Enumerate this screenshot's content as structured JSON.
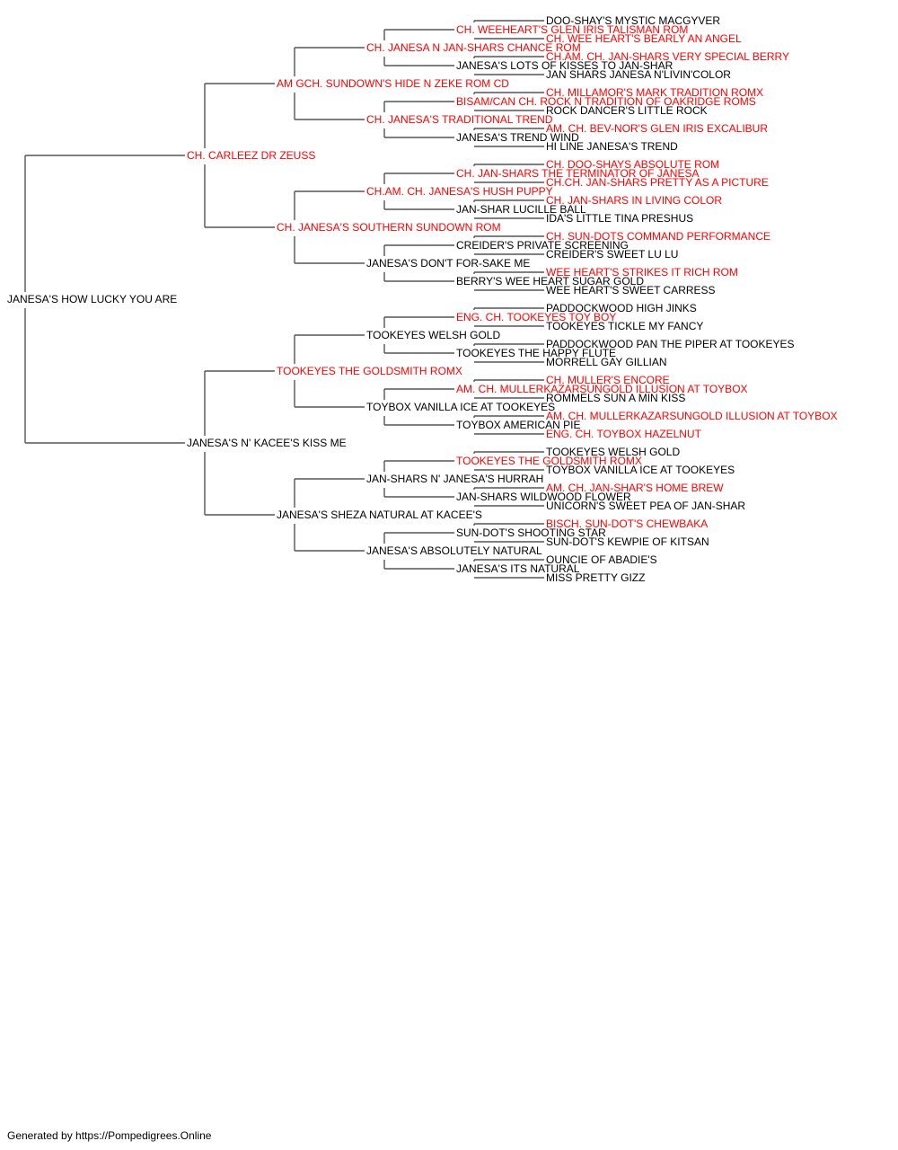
{
  "pedigree": {
    "subject": {
      "name": "JANESA'S HOW LUCKY YOU ARE",
      "champion": false
    },
    "gen1": [
      {
        "name": "CH. CARLEEZ DR ZEUSS",
        "champion": true
      },
      {
        "name": "JANESA'S N' KACEE'S KISS ME",
        "champion": false
      }
    ],
    "gen2": [
      {
        "name": "AM GCH. SUNDOWN'S HIDE N ZEKE ROM CD",
        "champion": true
      },
      {
        "name": "CH. JANESA'S SOUTHERN SUNDOWN ROM",
        "champion": true
      },
      {
        "name": "TOOKEYES THE GOLDSMITH ROMX",
        "champion": true
      },
      {
        "name": "JANESA'S SHEZA NATURAL AT KACEE'S",
        "champion": false
      }
    ],
    "gen3": [
      {
        "name": "CH. JANESA N JAN-SHARS CHANCE ROM",
        "champion": true
      },
      {
        "name": "CH. JANESA'S TRADITIONAL TREND",
        "champion": true
      },
      {
        "name": "CH.AM. CH. JANESA'S HUSH PUPPY",
        "champion": true
      },
      {
        "name": "JANESA'S DON'T FOR-SAKE ME",
        "champion": false
      },
      {
        "name": "TOOKEYES WELSH GOLD",
        "champion": false
      },
      {
        "name": "TOYBOX VANILLA ICE AT TOOKEYES",
        "champion": false
      },
      {
        "name": "JAN-SHARS N' JANESA'S HURRAH",
        "champion": false
      },
      {
        "name": "JANESA'S ABSOLUTELY NATURAL",
        "champion": false
      }
    ],
    "gen4": [
      {
        "name": "CH. WEEHEART'S GLEN IRIS TALISMAN ROM",
        "champion": true
      },
      {
        "name": "JANESA'S LOTS OF KISSES TO JAN-SHAR",
        "champion": false
      },
      {
        "name": "BISAM/CAN CH. ROCK N TRADITION OF OAKRIDGE ROMS",
        "champion": true
      },
      {
        "name": "JANESA'S TREND WIND",
        "champion": false
      },
      {
        "name": "CH. JAN-SHARS THE TERMINATOR OF JANESA",
        "champion": true
      },
      {
        "name": "JAN-SHAR LUCILLE BALL",
        "champion": false
      },
      {
        "name": "CREIDER'S PRIVATE SCREENING",
        "champion": false
      },
      {
        "name": "BERRY'S WEE HEART SUGAR GOLD",
        "champion": false
      },
      {
        "name": "ENG. CH. TOOKEYES TOY BOY",
        "champion": true
      },
      {
        "name": "TOOKEYES THE HAPPY FLUTE",
        "champion": false
      },
      {
        "name": "AM. CH. MULLERKAZARSUNGOLD ILLUSION AT TOYBOX",
        "champion": true
      },
      {
        "name": "TOYBOX AMERICAN PIE",
        "champion": false
      },
      {
        "name": "TOOKEYES THE GOLDSMITH ROMX",
        "champion": true
      },
      {
        "name": "JAN-SHARS WILDWOOD FLOWER",
        "champion": false
      },
      {
        "name": "SUN-DOT'S SHOOTING STAR",
        "champion": false
      },
      {
        "name": "JANESA'S ITS NATURAL",
        "champion": false
      }
    ],
    "gen5": [
      {
        "name": "DOO-SHAY'S MYSTIC MACGYVER",
        "champion": false
      },
      {
        "name": "CH. WEE HEART'S BEARLY AN ANGEL",
        "champion": true
      },
      {
        "name": "CH.AM. CH. JAN-SHARS VERY SPECIAL BERRY",
        "champion": true
      },
      {
        "name": "JAN SHARS JANESA N'LIVIN'COLOR",
        "champion": false
      },
      {
        "name": "CH. MILLAMOR'S MARK TRADITION ROMX",
        "champion": true
      },
      {
        "name": "ROCK DANCER'S LITTLE ROCK",
        "champion": false
      },
      {
        "name": "AM. CH. BEV-NOR'S GLEN IRIS EXCALIBUR",
        "champion": true
      },
      {
        "name": "HI LINE JANESA'S TREND",
        "champion": false
      },
      {
        "name": "CH. DOO-SHAYS ABSOLUTE ROM",
        "champion": true
      },
      {
        "name": "CH.CH. JAN-SHARS PRETTY AS A PICTURE",
        "champion": true
      },
      {
        "name": "CH. JAN-SHARS IN LIVING COLOR",
        "champion": true
      },
      {
        "name": "IDA'S LITTLE TINA PRESHUS",
        "champion": false
      },
      {
        "name": "CH. SUN-DOTS COMMAND PERFORMANCE",
        "champion": true
      },
      {
        "name": "CREIDER'S SWEET LU LU",
        "champion": false
      },
      {
        "name": "WEE HEART'S STRIKES IT RICH ROM",
        "champion": true
      },
      {
        "name": "WEE HEART'S SWEET CARRESS",
        "champion": false
      },
      {
        "name": "PADDOCKWOOD HIGH JINKS",
        "champion": false
      },
      {
        "name": "TOOKEYES TICKLE MY FANCY",
        "champion": false
      },
      {
        "name": "PADDOCKWOOD PAN THE PIPER AT TOOKEYES",
        "champion": false
      },
      {
        "name": "MORRELL GAY GILLIAN",
        "champion": false
      },
      {
        "name": "CH. MULLER'S ENCORE",
        "champion": true
      },
      {
        "name": "ROMMELS SUN A MIN KISS",
        "champion": false
      },
      {
        "name": "AM. CH. MULLERKAZARSUNGOLD ILLUSION AT TOYBOX",
        "champion": true
      },
      {
        "name": "ENG. CH. TOYBOX HAZELNUT",
        "champion": true
      },
      {
        "name": "TOOKEYES WELSH GOLD",
        "champion": false
      },
      {
        "name": "TOYBOX VANILLA ICE AT TOOKEYES",
        "champion": false
      },
      {
        "name": "AM. CH. JAN-SHAR'S HOME BREW",
        "champion": true
      },
      {
        "name": "UNICORN'S SWEET PEA OF JAN-SHAR",
        "champion": false
      },
      {
        "name": "BISCH. SUN-DOT'S CHEWBAKA",
        "champion": true
      },
      {
        "name": "SUN-DOT'S KEWPIE OF KITSAN",
        "champion": false
      },
      {
        "name": "OUNCIE OF ABADIE'S",
        "champion": false
      },
      {
        "name": "MISS PRETTY GIZZ",
        "champion": false
      }
    ]
  },
  "colors": {
    "champion": "#ff0000",
    "normal": "#000000",
    "line": "#555555"
  },
  "footer": "Generated by https://Pompedigrees.Online"
}
